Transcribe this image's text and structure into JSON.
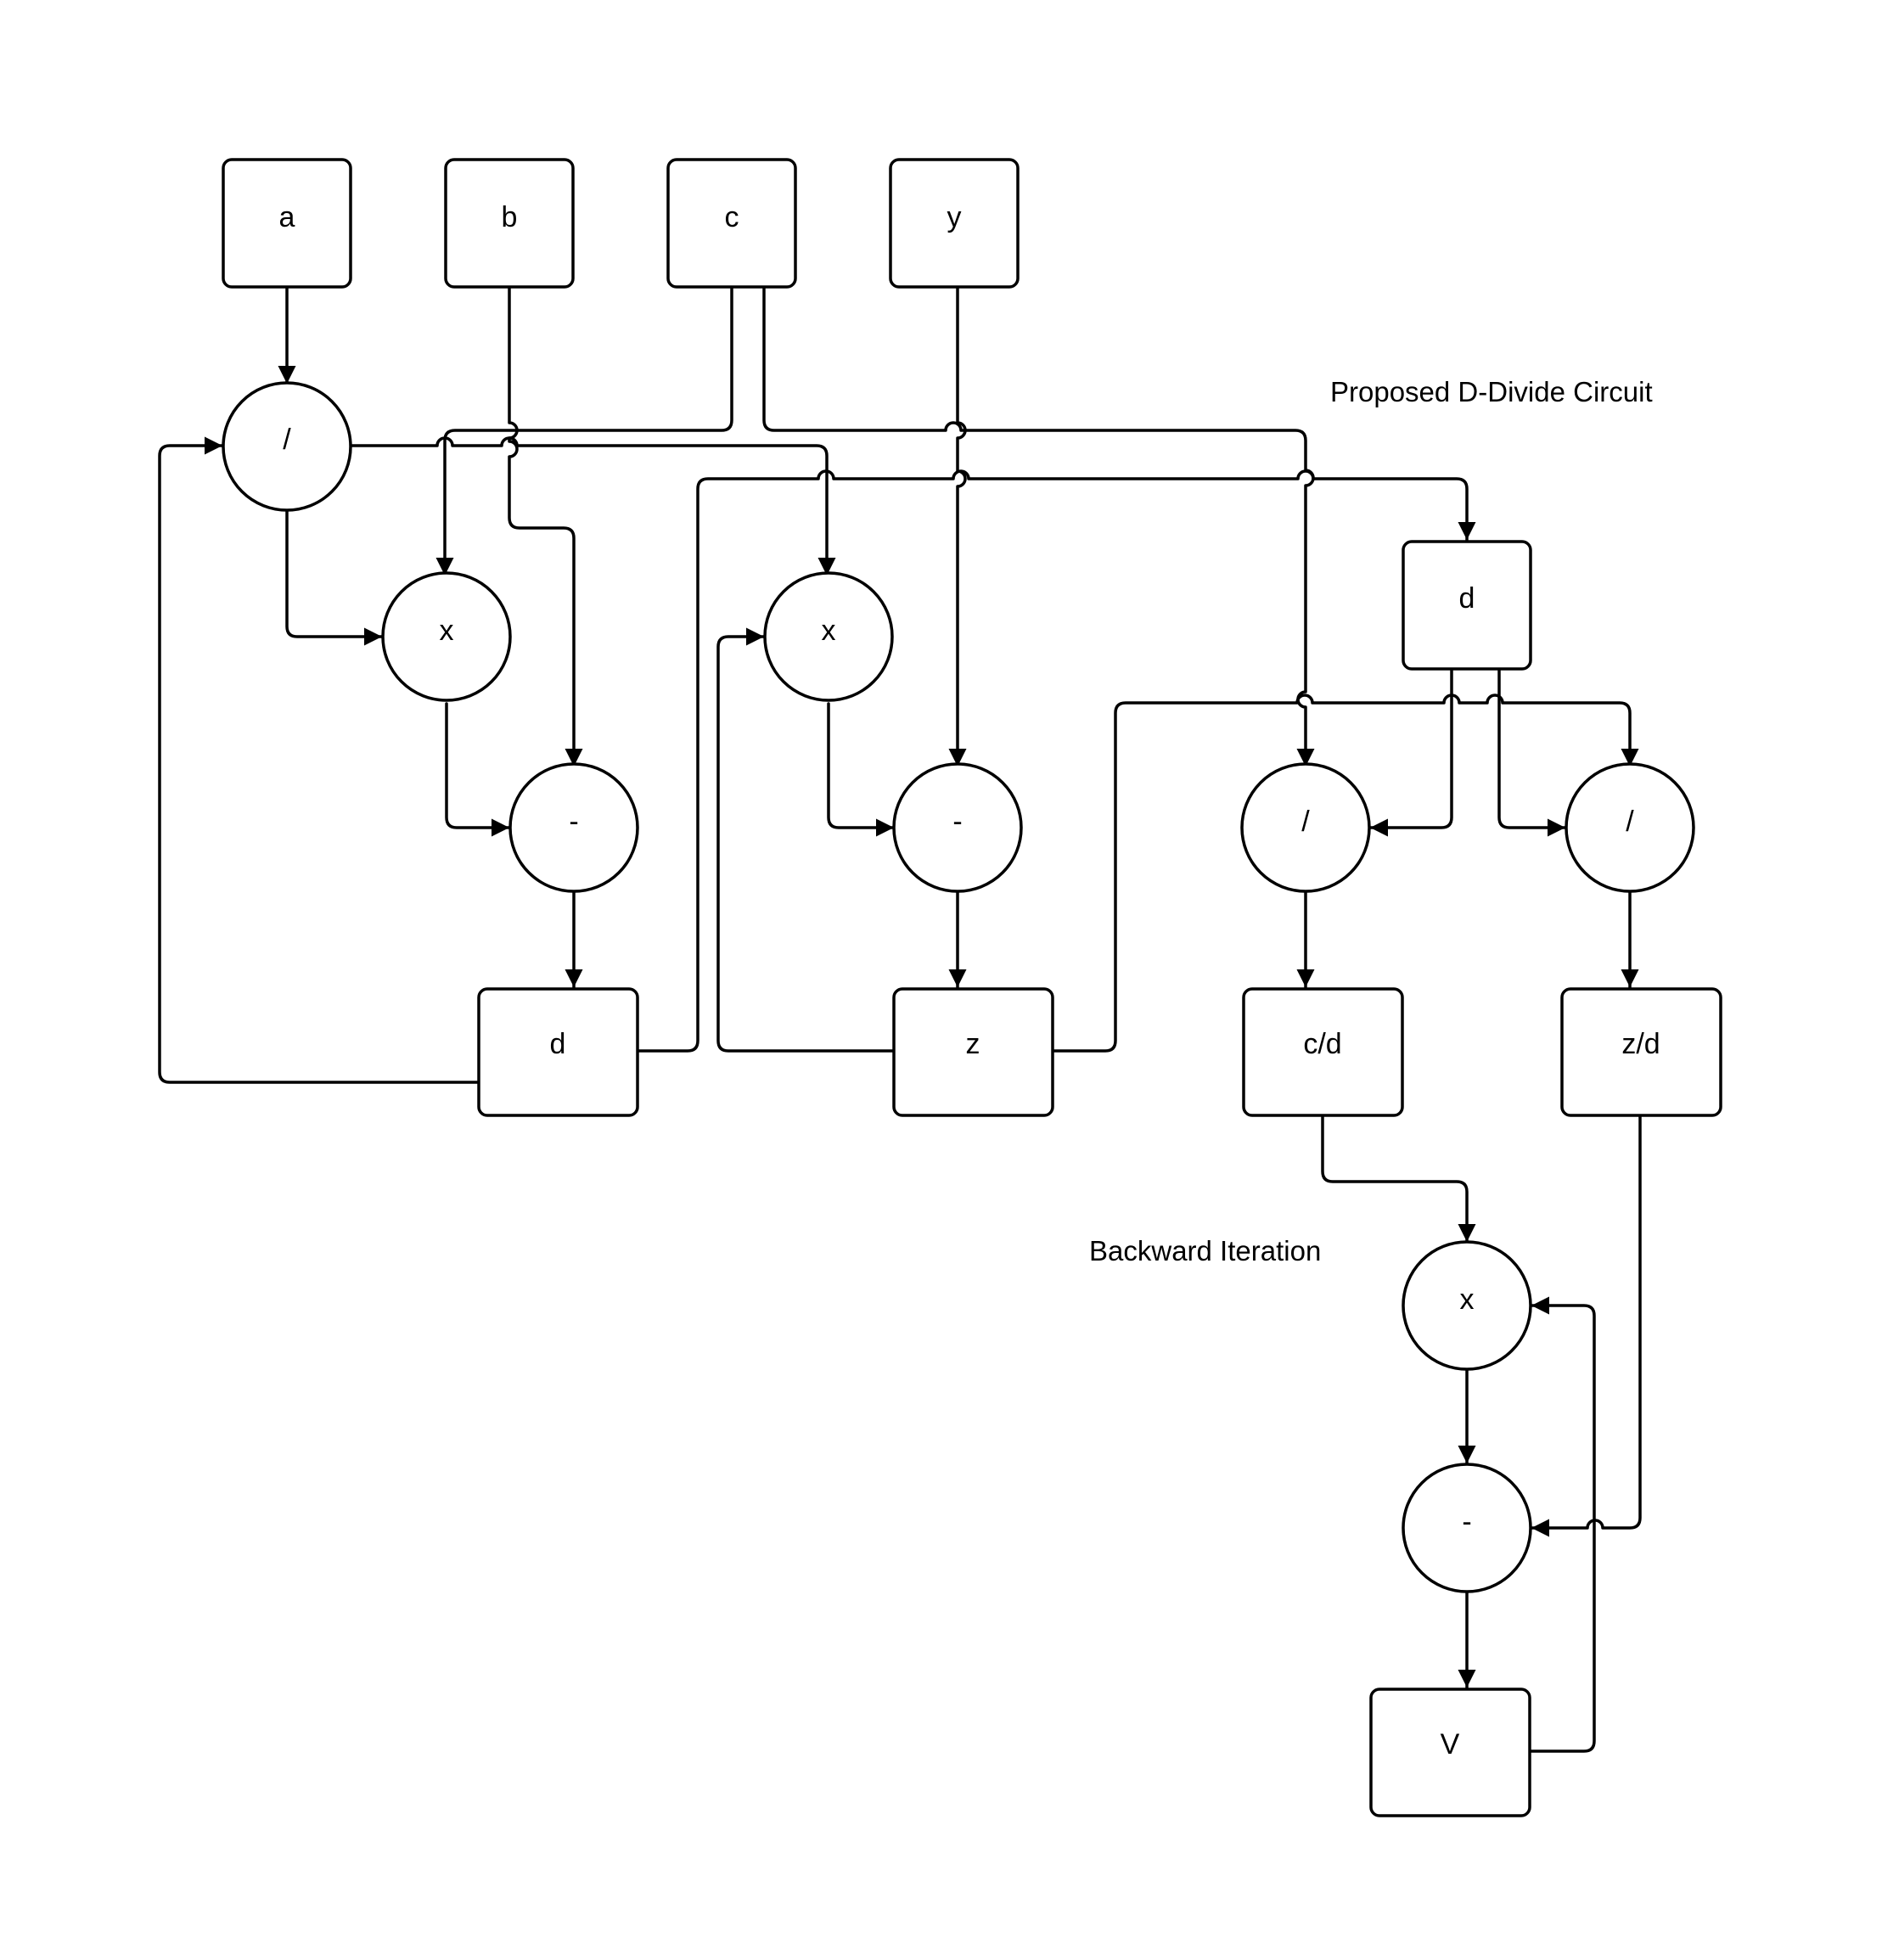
{
  "diagram": {
    "title": "Proposed D-Divide Circuit",
    "subtitle": "Backward Iteration",
    "nodes": {
      "a": "a",
      "b": "b",
      "c": "c",
      "y": "y",
      "div1": "/",
      "mul1": "x",
      "sub1": "-",
      "d1": "d",
      "mul2": "x",
      "sub2": "-",
      "z": "z",
      "d2": "d",
      "div2": "/",
      "div3": "/",
      "cd": "c/d",
      "zd": "z/d",
      "mul3": "x",
      "sub3": "-",
      "v": "V"
    },
    "edges": [
      [
        "a",
        "div1"
      ],
      [
        "div1",
        "mul1"
      ],
      [
        "div1",
        "mul2"
      ],
      [
        "c",
        "mul1"
      ],
      [
        "c",
        "div2"
      ],
      [
        "b",
        "sub1"
      ],
      [
        "mul1",
        "sub1"
      ],
      [
        "sub1",
        "d1"
      ],
      [
        "d1",
        "div1"
      ],
      [
        "d1",
        "d2"
      ],
      [
        "y",
        "sub2"
      ],
      [
        "mul2",
        "sub2"
      ],
      [
        "sub2",
        "z"
      ],
      [
        "z",
        "mul2"
      ],
      [
        "z",
        "div3"
      ],
      [
        "d2",
        "div2"
      ],
      [
        "d2",
        "div3"
      ],
      [
        "div2",
        "cd"
      ],
      [
        "div3",
        "zd"
      ],
      [
        "cd",
        "mul3"
      ],
      [
        "mul3",
        "sub3"
      ],
      [
        "zd",
        "sub3"
      ],
      [
        "sub3",
        "v"
      ],
      [
        "v",
        "mul3"
      ]
    ]
  }
}
